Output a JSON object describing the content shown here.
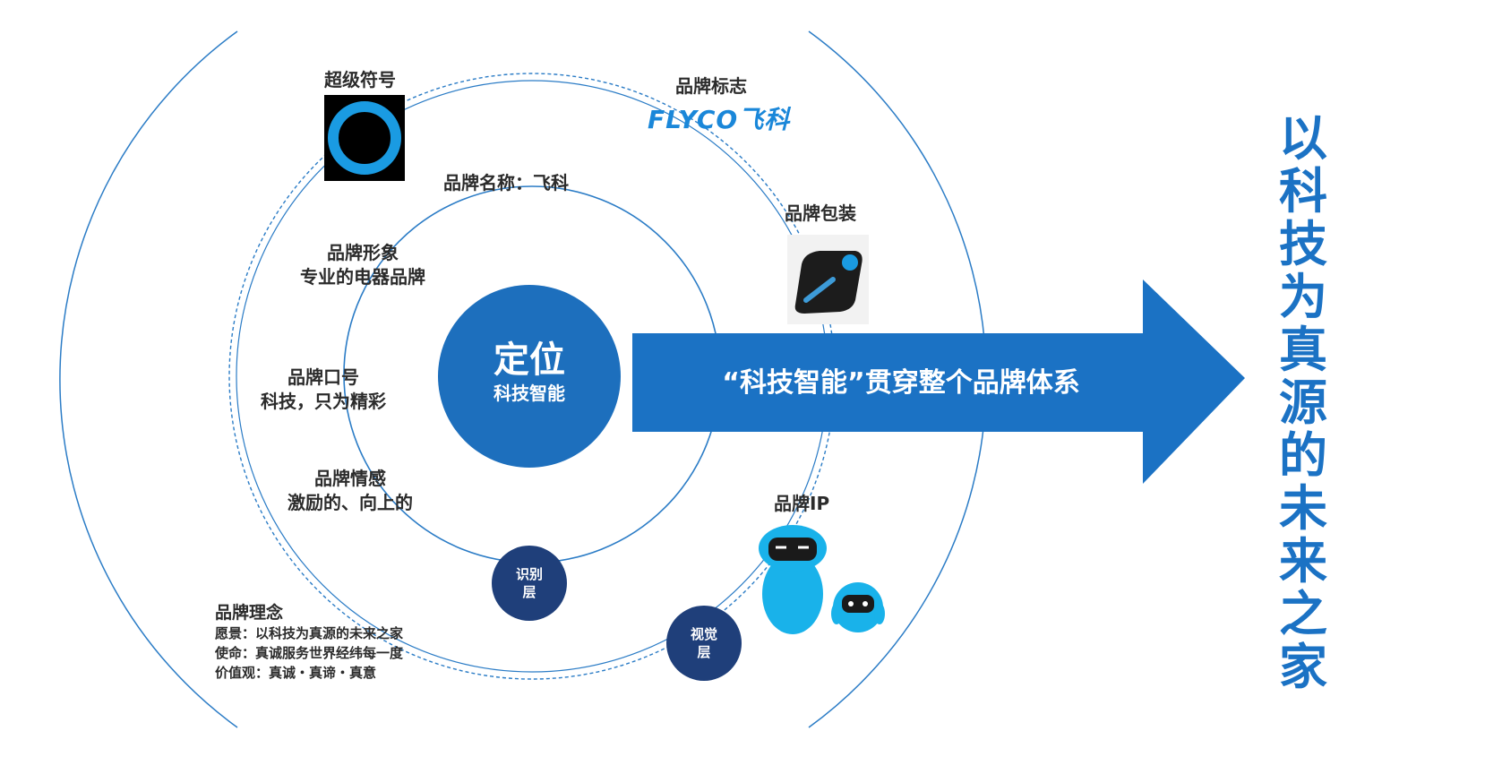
{
  "colors": {
    "primary_blue": "#1b72c4",
    "dark_navy": "#1f3f7a",
    "circle_blue": "#1d6fbd",
    "ring_line": "#2b7cc6",
    "text": "#2b2b2b",
    "logo_blue": "#1a87d9"
  },
  "center": {
    "title": "定位",
    "subtitle": "科技智能"
  },
  "inner_ring_labels": {
    "name": "品牌名称：飞科",
    "image_title": "品牌形象",
    "image_value": "专业的电器品牌",
    "slogan_title": "品牌口号",
    "slogan_value": "科技，只为精彩",
    "emotion_title": "品牌情感",
    "emotion_value": "激励的、向上的"
  },
  "outer_ring_labels": {
    "super_symbol": "超级符号",
    "brand_logo": "品牌标志",
    "logo_text": "FLYCO飞科",
    "packaging": "品牌包装",
    "brand_ip": "品牌IP"
  },
  "philosophy": {
    "title": "品牌理念",
    "vision": "愿景：以科技为真源的未来之家",
    "mission": "使命：真诚服务世界经纬每一度",
    "values": "价值观：真诚・真谛・真意"
  },
  "layer_badges": {
    "identification_line1": "识别",
    "identification_line2": "层",
    "visual_line1": "视觉",
    "visual_line2": "层"
  },
  "arrow": {
    "text": "“科技智能”贯穿整个品牌体系"
  },
  "vertical_slogan": "以科技为真源的未来之家",
  "icons": {
    "super_symbol": "ring-symbol-icon",
    "packaging": "product-package-image",
    "ip": "robot-mascot-icon"
  }
}
